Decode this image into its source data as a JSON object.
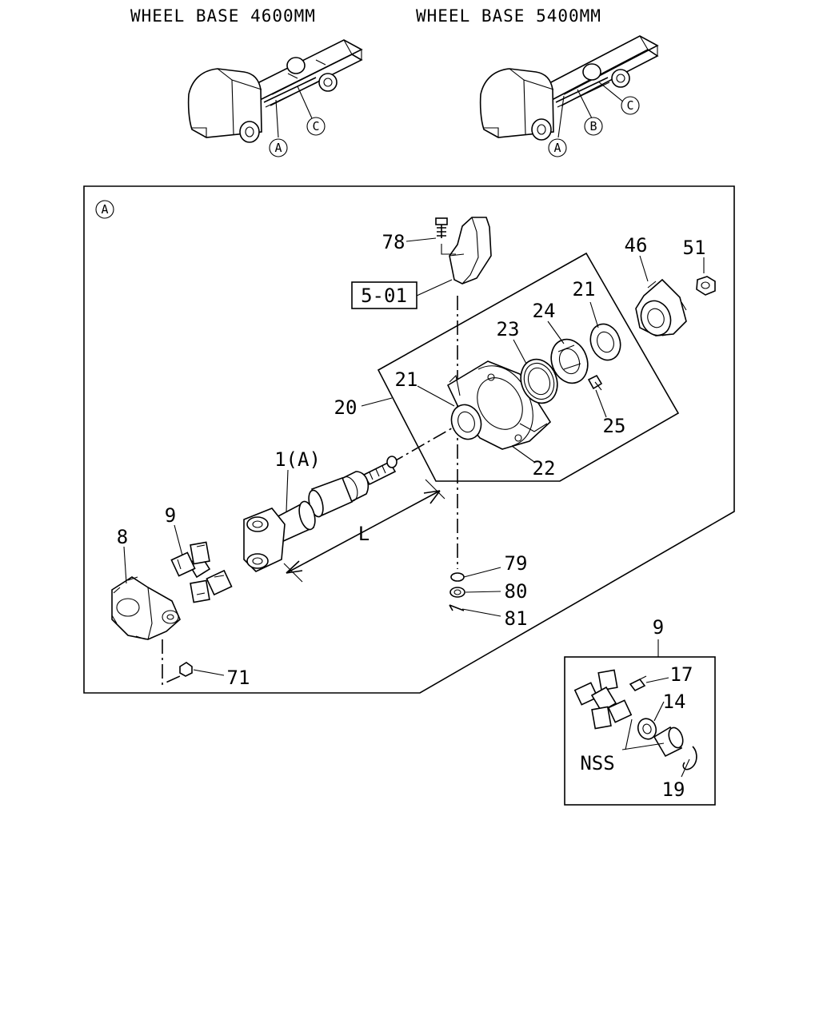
{
  "headers": {
    "left": "WHEEL BASE 4600MM",
    "right": "WHEEL BASE 5400MM"
  },
  "view_markers": {
    "left_a": "A",
    "left_c": "C",
    "right_a": "A",
    "right_b": "B",
    "right_c": "C",
    "panel_a": "A"
  },
  "reference_box": "5-01",
  "dimension_label": "L",
  "callouts": {
    "p78": "78",
    "p46": "46",
    "p51": "51",
    "p21_upper": "21",
    "p24": "24",
    "p23": "23",
    "p21_lower": "21",
    "p20": "20",
    "p25": "25",
    "p1a": "1(A)",
    "p22": "22",
    "p9": "9",
    "p8": "8",
    "p79": "79",
    "p80": "80",
    "p81": "81",
    "p71": "71",
    "inset_9": "9",
    "p17": "17",
    "p14": "14",
    "nss": "NSS",
    "p19": "19"
  }
}
